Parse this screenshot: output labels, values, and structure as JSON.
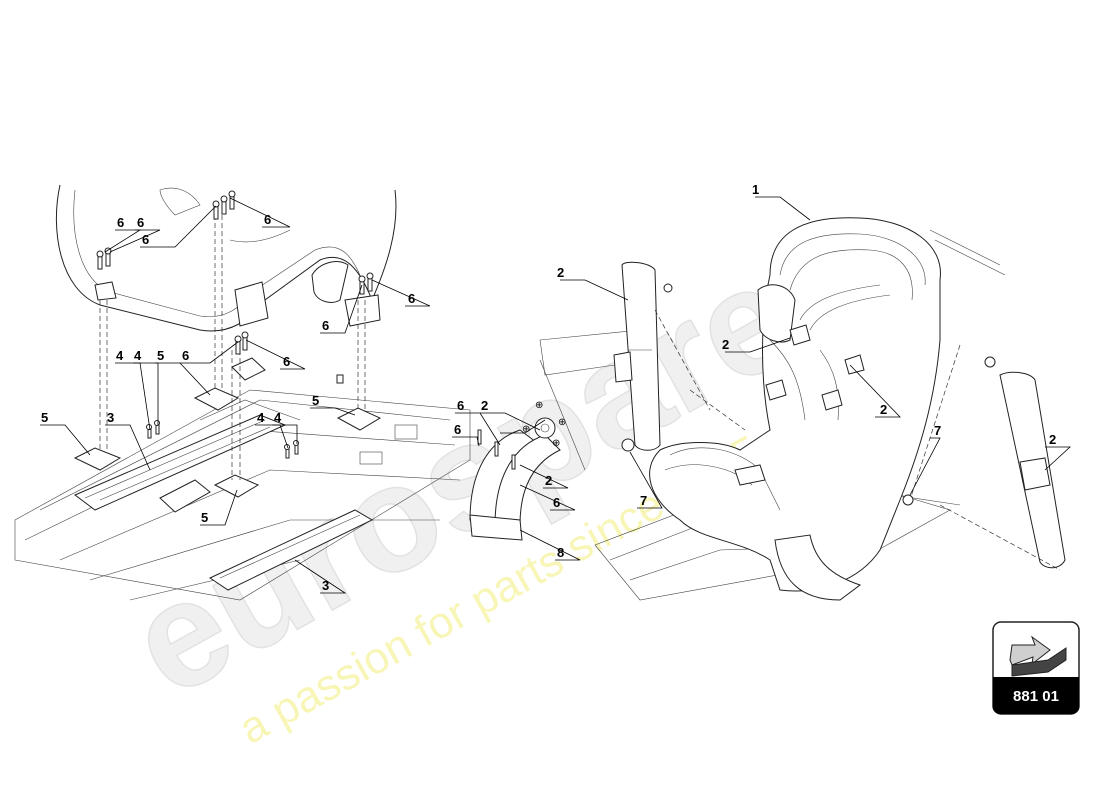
{
  "diagram": {
    "watermark": {
      "brand": "eurospares",
      "slogan": "a passion for parts since 1985"
    },
    "callouts": [
      {
        "id": "c1",
        "label": "1"
      },
      {
        "id": "c2a",
        "label": "2"
      },
      {
        "id": "c2b",
        "label": "2"
      },
      {
        "id": "c2c",
        "label": "2"
      },
      {
        "id": "c2d",
        "label": "2"
      },
      {
        "id": "c2e",
        "label": "2"
      },
      {
        "id": "c2f",
        "label": "2"
      },
      {
        "id": "c3a",
        "label": "3"
      },
      {
        "id": "c3b",
        "label": "3"
      },
      {
        "id": "c4a",
        "label": "4"
      },
      {
        "id": "c4b",
        "label": "4"
      },
      {
        "id": "c4c",
        "label": "4"
      },
      {
        "id": "c4d",
        "label": "4"
      },
      {
        "id": "c5a",
        "label": "5"
      },
      {
        "id": "c5b",
        "label": "5"
      },
      {
        "id": "c5c",
        "label": "5"
      },
      {
        "id": "c5d",
        "label": "5"
      },
      {
        "id": "c6a",
        "label": "6"
      },
      {
        "id": "c6b",
        "label": "6"
      },
      {
        "id": "c6c",
        "label": "6"
      },
      {
        "id": "c6d",
        "label": "6"
      },
      {
        "id": "c6e",
        "label": "6"
      },
      {
        "id": "c6f",
        "label": "6"
      },
      {
        "id": "c6g",
        "label": "6"
      },
      {
        "id": "c6h",
        "label": "6"
      },
      {
        "id": "c6i",
        "label": "6"
      },
      {
        "id": "c6j",
        "label": "6"
      },
      {
        "id": "c6k",
        "label": "6"
      },
      {
        "id": "c7a",
        "label": "7"
      },
      {
        "id": "c7b",
        "label": "7"
      },
      {
        "id": "c8",
        "label": "8"
      }
    ],
    "badge": {
      "code": "881 01",
      "icon": "arrow-icon"
    }
  }
}
